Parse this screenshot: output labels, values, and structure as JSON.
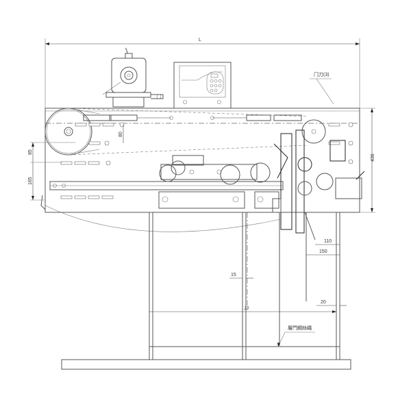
{
  "drawing": {
    "type": "engineering-elevation-drawing",
    "subject": "door operator / hanger mechanism front elevation",
    "line_color": "#555555",
    "background": "#ffffff"
  },
  "dimensions": {
    "overall_length": "L",
    "opening_width": "JJ",
    "height_right": "436",
    "left_upper": "85",
    "left_lower": "165",
    "track_offset": "80",
    "right_110": "110",
    "right_150": "150",
    "gap_15": "15",
    "gap_20": "20"
  },
  "annotations": {
    "top_right_label": "门刀(3)",
    "bottom_label": "層門鋼絲繩"
  },
  "components": {
    "motor": "motor-assembly",
    "controller": "controller-box",
    "pulley_left": "drive-pulley",
    "pulley_right": "idler-pulley",
    "door_panels": [
      "left-door-panel",
      "right-door-panel"
    ],
    "base_sill": "sill"
  }
}
